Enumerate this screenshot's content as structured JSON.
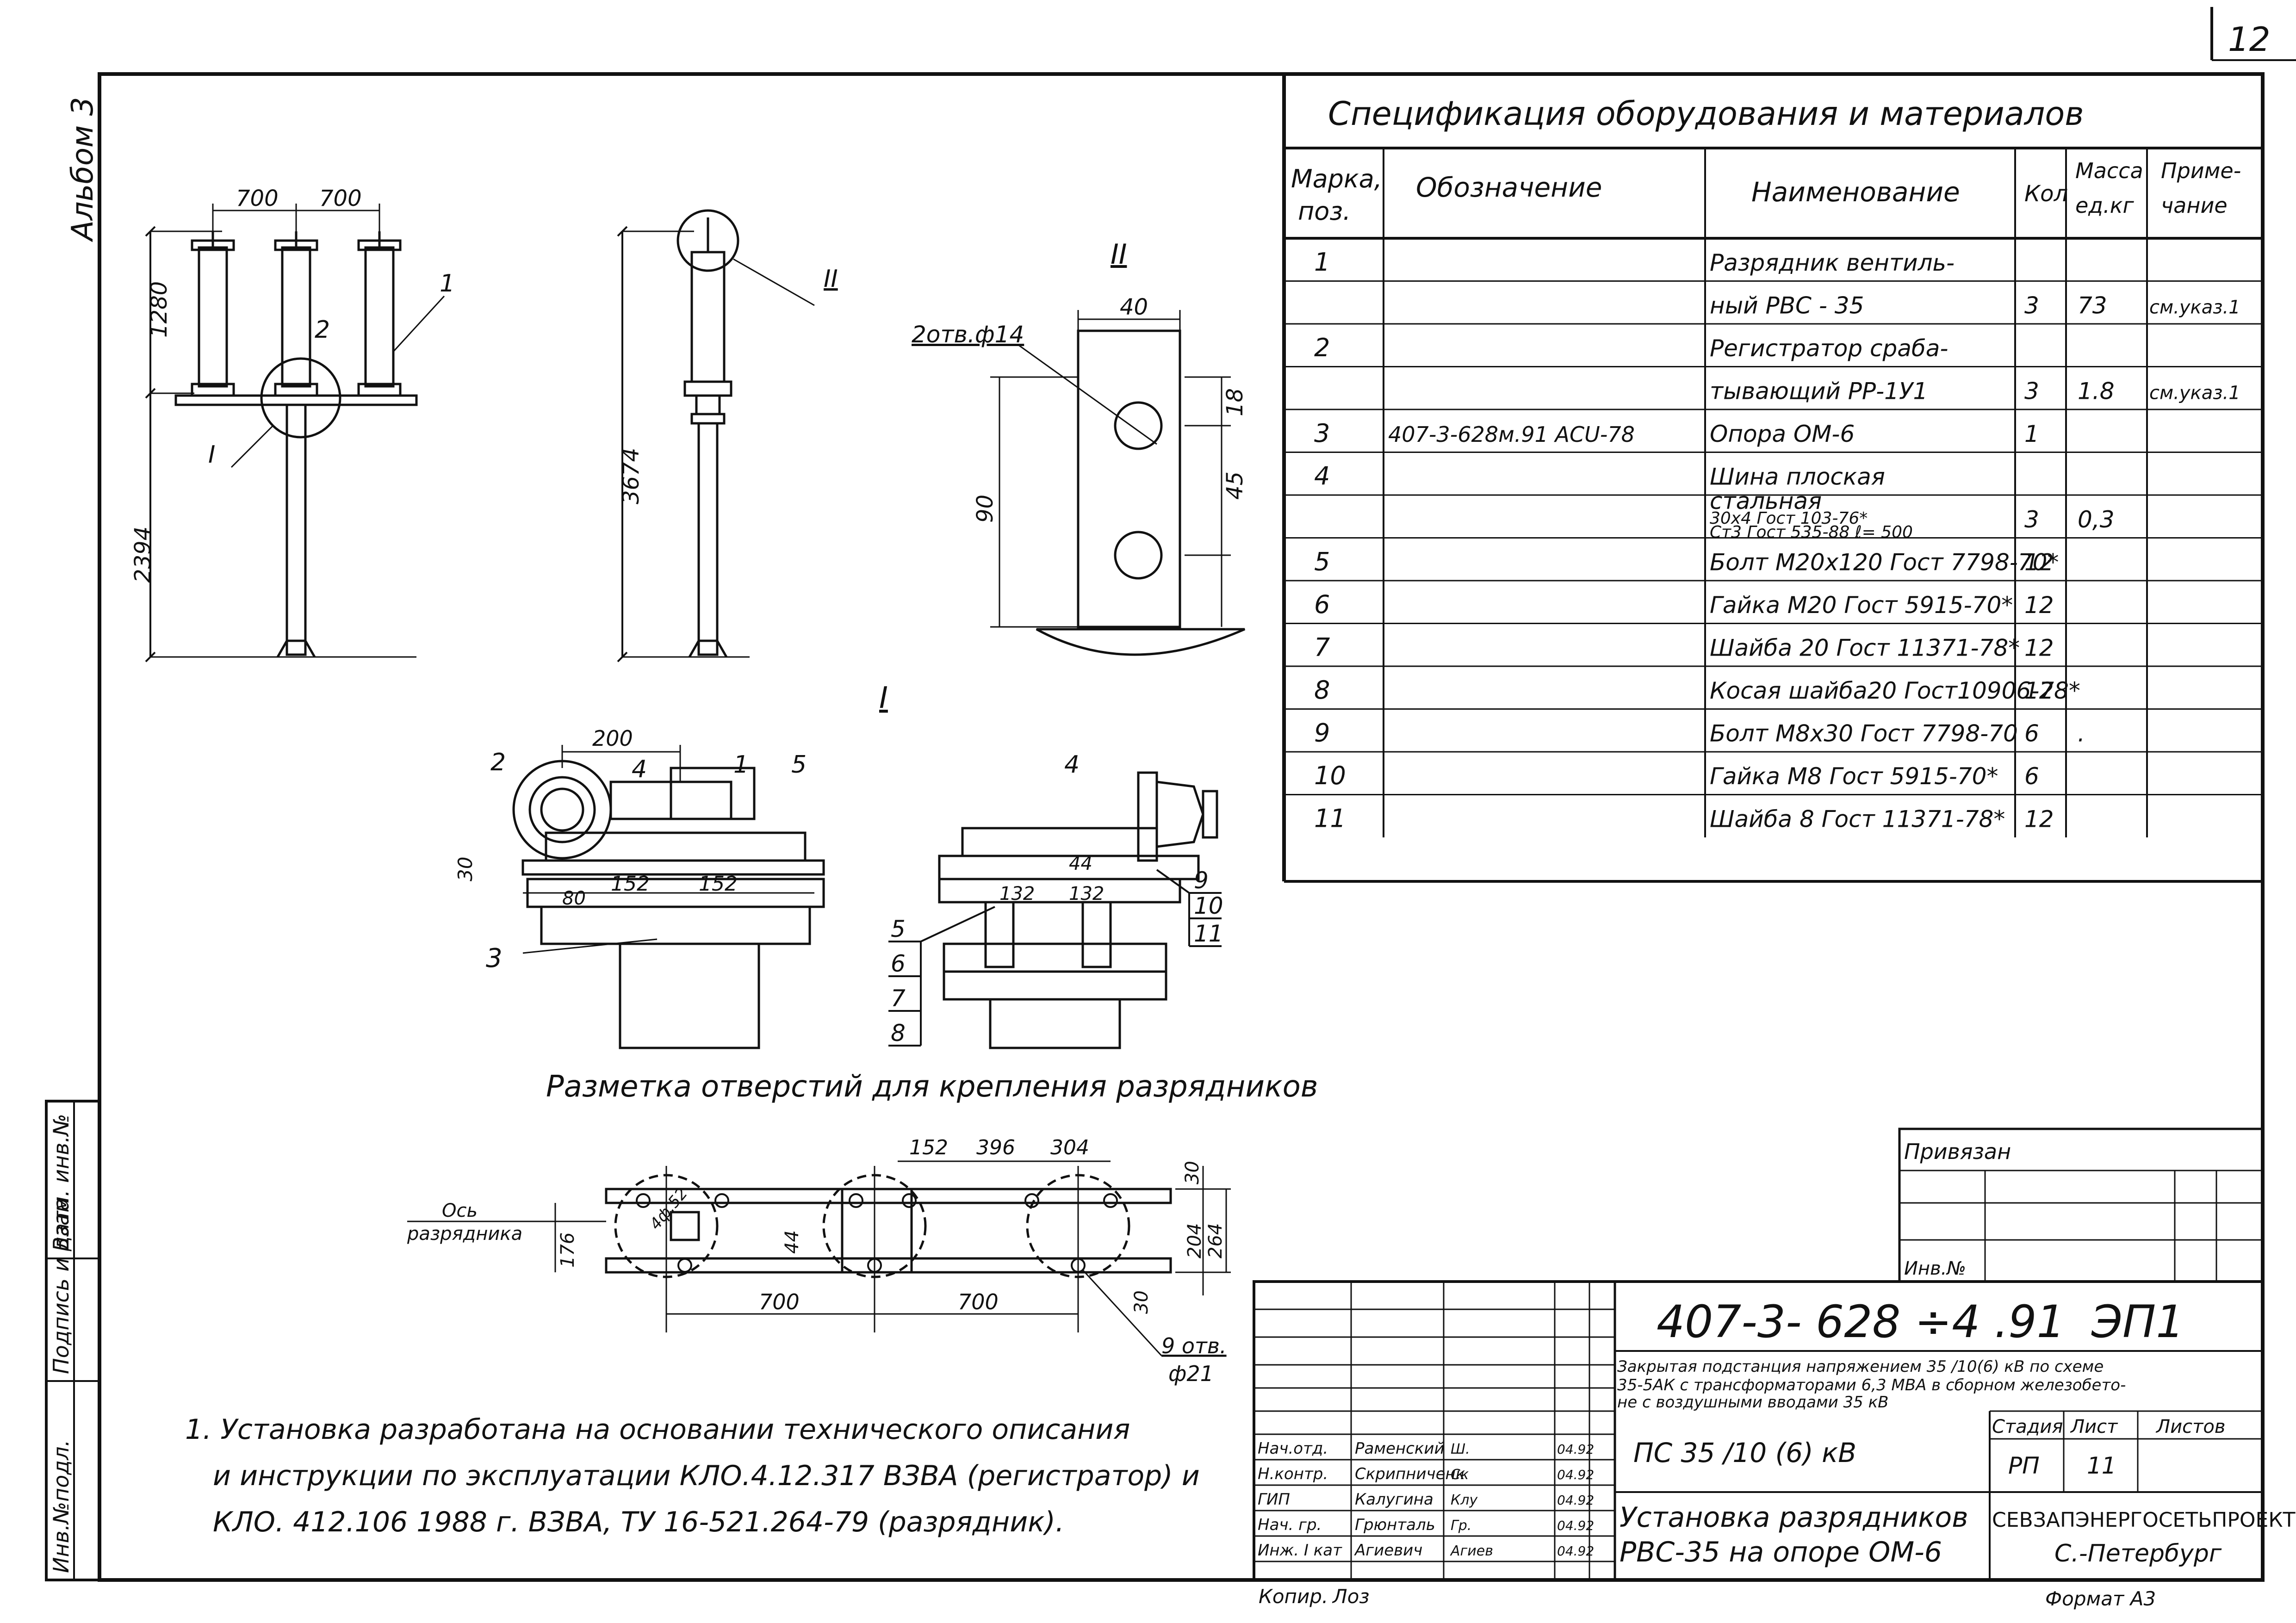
{
  "page_number": "12",
  "album_label": "Альбом 3",
  "spec": {
    "title": "Спецификация оборудования и материалов",
    "headers": {
      "mark_line1": "Марка,",
      "mark_line2": "поз.",
      "designation": "Обозначение",
      "name": "Наименование",
      "qty": "Кол",
      "mass_line1": "Масса",
      "mass_line2": "ед.кг",
      "note_line1": "Приме-",
      "note_line2": "чание"
    },
    "rows": [
      {
        "mark": "1",
        "designation": "",
        "name": "Разрядник вентиль-",
        "qty": "",
        "mass": "",
        "note": ""
      },
      {
        "mark": "",
        "designation": "",
        "name": "ный   РВС - 35",
        "qty": "3",
        "mass": "73",
        "note": "см.указ.1"
      },
      {
        "mark": "2",
        "designation": "",
        "name": "Регистратор сраба-",
        "qty": "",
        "mass": "",
        "note": ""
      },
      {
        "mark": "",
        "designation": "",
        "name": "тывающий  РР-1У1",
        "qty": "3",
        "mass": "1.8",
        "note": "см.указ.1"
      },
      {
        "mark": "3",
        "designation": "407-3-628м.91 АСU-78",
        "name": "Опора  ОМ-6",
        "qty": "1",
        "mass": "",
        "note": ""
      },
      {
        "mark": "4",
        "designation": "",
        "name": "Шина  плоская",
        "qty": "",
        "mass": "",
        "note": ""
      },
      {
        "mark": "",
        "designation": "",
        "name": "стальная",
        "name2": "30х4  Гост 103-76*",
        "name3": "Ст3  Гост 535-88  ℓ= 500",
        "qty": "3",
        "mass": "0,3",
        "note": ""
      },
      {
        "mark": "5",
        "designation": "",
        "name": "Болт М20х120 Гост 7798-70*",
        "qty": "12",
        "mass": "",
        "note": ""
      },
      {
        "mark": "6",
        "designation": "",
        "name": "Гайка М20 Гост 5915-70*",
        "qty": "12",
        "mass": "",
        "note": ""
      },
      {
        "mark": "7",
        "designation": "",
        "name": "Шайба 20  Гост 11371-78*",
        "qty": "12",
        "mass": "",
        "note": ""
      },
      {
        "mark": "8",
        "designation": "",
        "name": "Косая шайба20 Гост10906-78*",
        "qty": "12",
        "mass": "",
        "note": ""
      },
      {
        "mark": "9",
        "designation": "",
        "name": "Болт М8х30 Гост 7798-70",
        "qty": "6",
        "mass": ".",
        "note": ""
      },
      {
        "mark": "10",
        "designation": "",
        "name": "Гайка М8  Гост  5915-70*",
        "qty": "6",
        "mass": "",
        "note": ""
      },
      {
        "mark": "11",
        "designation": "",
        "name": "Шайба 8  Гост  11371-78*",
        "qty": "12",
        "mass": "",
        "note": ""
      }
    ]
  },
  "drawing": {
    "dim_700a": "700",
    "dim_700b": "700",
    "dim_1280": "1280",
    "dim_2394": "2394",
    "dim_3674": "3674",
    "callout_1": "1",
    "callout_2": "2",
    "callout_I": "I",
    "callout_II": "II",
    "view_II_label": "II",
    "view_I_label": "I",
    "plate_holes": "2отв.ф14",
    "plate_40": "40",
    "plate_18": "18",
    "plate_45": "45",
    "plate_90": "90",
    "det_200": "200",
    "det_30": "30",
    "det_80": "80",
    "det_152a": "152",
    "det_152b": "152",
    "det_132a": "132",
    "det_132b": "132",
    "det_44": "44",
    "p2": "2",
    "p4": "4",
    "p1": "1",
    "p5": "5",
    "p3": "3",
    "r4": "4",
    "r5": "5",
    "r6": "6",
    "r7": "7",
    "r8": "8",
    "r9": "9",
    "r10": "10",
    "r11": "11"
  },
  "layout_plan": {
    "title": "Разметка отверстий для крепления разрядников",
    "d152": "152",
    "d396": "396",
    "d304": "304",
    "d30a": "30",
    "d204": "204",
    "d264": "264",
    "d30b": "30",
    "d176": "176",
    "d44": "44",
    "d700a": "700",
    "d700b": "700",
    "axis_line1": "Ось",
    "axis_line2": "разрядника",
    "holes_line1": "9 отв.",
    "holes_line2": "ф21",
    "dim_angle": "4ф.52"
  },
  "note": {
    "line1": "1. Установка разработана на основании технического описания",
    "line2": "и инструкции по эксплуатации КЛО.4.12.317 ВЗВА (регистратор) и",
    "line3": "КЛО. 412.106    1988 г. ВЗВА,  ТУ 16-521.264-79  (разрядник)."
  },
  "side_stamp": [
    "Инв.№подл.",
    "Подпись и дата",
    "Взам. инв.№"
  ],
  "binding": {
    "label": "Привязан",
    "inv_label": "Инв.№"
  },
  "title_block": {
    "doc_code": "407-3- 628 ÷4 .91",
    "doc_section": "ЭП1",
    "project_line1": "Закрытая подстанция напряжением 35 /10(6) кВ по схеме",
    "project_line2": "35-5АК с трансформаторами 6,3 МВА в сборном железобето-",
    "project_line3": "не  с воздушными  вводами  35 кВ",
    "substation": "ПС 35 /10 (6) кВ",
    "stage_h": "Стадия",
    "sheet_h": "Лист",
    "sheets_h": "Листов",
    "stage": "РП",
    "sheet": "11",
    "sheets": "",
    "drawing_title_line1": "Установка разрядников",
    "drawing_title_line2": "РВС-35  на опоре ОМ-6",
    "org_line1": "СЕВЗАПЭНЕРГОСЕТЬПРОЕКТ",
    "org_line2": "С.-Петербург",
    "staff": [
      {
        "role": "Нач.отд.",
        "name": "Раменский",
        "sign": "Ш.",
        "date": "04.92"
      },
      {
        "role": "Н.контр.",
        "name": "Скрипниченк",
        "sign": "Ск",
        "date": "04.92"
      },
      {
        "role": "ГИП",
        "name": "Калугина",
        "sign": "Клу",
        "date": "04.92"
      },
      {
        "role": "Нач. гр.",
        "name": "Грюнталь",
        "sign": "Гр.",
        "date": "04.92"
      },
      {
        "role": "Инж. I кат",
        "name": "Агиевич",
        "sign": "Агиев",
        "date": "04.92"
      }
    ],
    "copied": "Копир.",
    "copied_sign": "Лоз",
    "format": "Формат А3"
  }
}
